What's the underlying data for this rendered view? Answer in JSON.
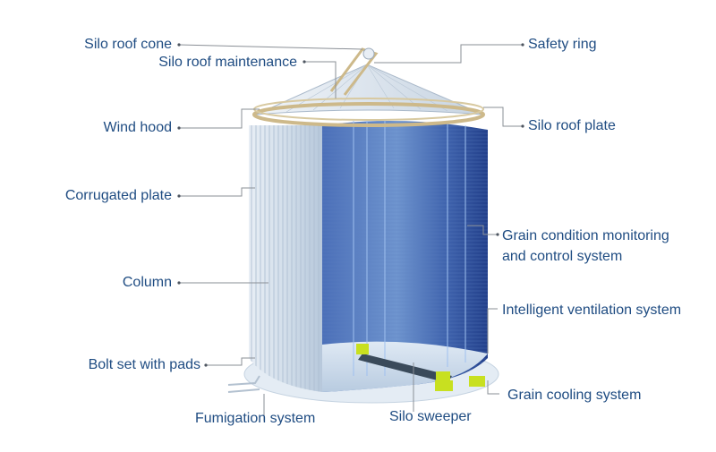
{
  "colors": {
    "label_text": "#1f4c82",
    "leader_line": "#8a8f96",
    "silo_wall": "#c9d8e8",
    "silo_interior": "#2a4fa0",
    "catwalk": "#d8c9a0",
    "equipment": "#c8e020"
  },
  "labels": {
    "silo_roof_cone": "Silo roof cone",
    "silo_roof_maintenance": "Silo roof maintenance",
    "wind_hood": "Wind hood",
    "corrugated_plate": "Corrugated plate",
    "column": "Column",
    "bolt_set_with_pads": "Bolt set with pads",
    "fumigation_system": "Fumigation system",
    "silo_sweeper": "Silo sweeper",
    "safety_ring": "Safety ring",
    "silo_roof_plate": "Silo roof plate",
    "grain_condition_line1": "Grain condition monitoring",
    "grain_condition_line2": "and control system",
    "intelligent_ventilation_system": "Intelligent ventilation system",
    "grain_cooling_system": "Grain cooling system"
  }
}
